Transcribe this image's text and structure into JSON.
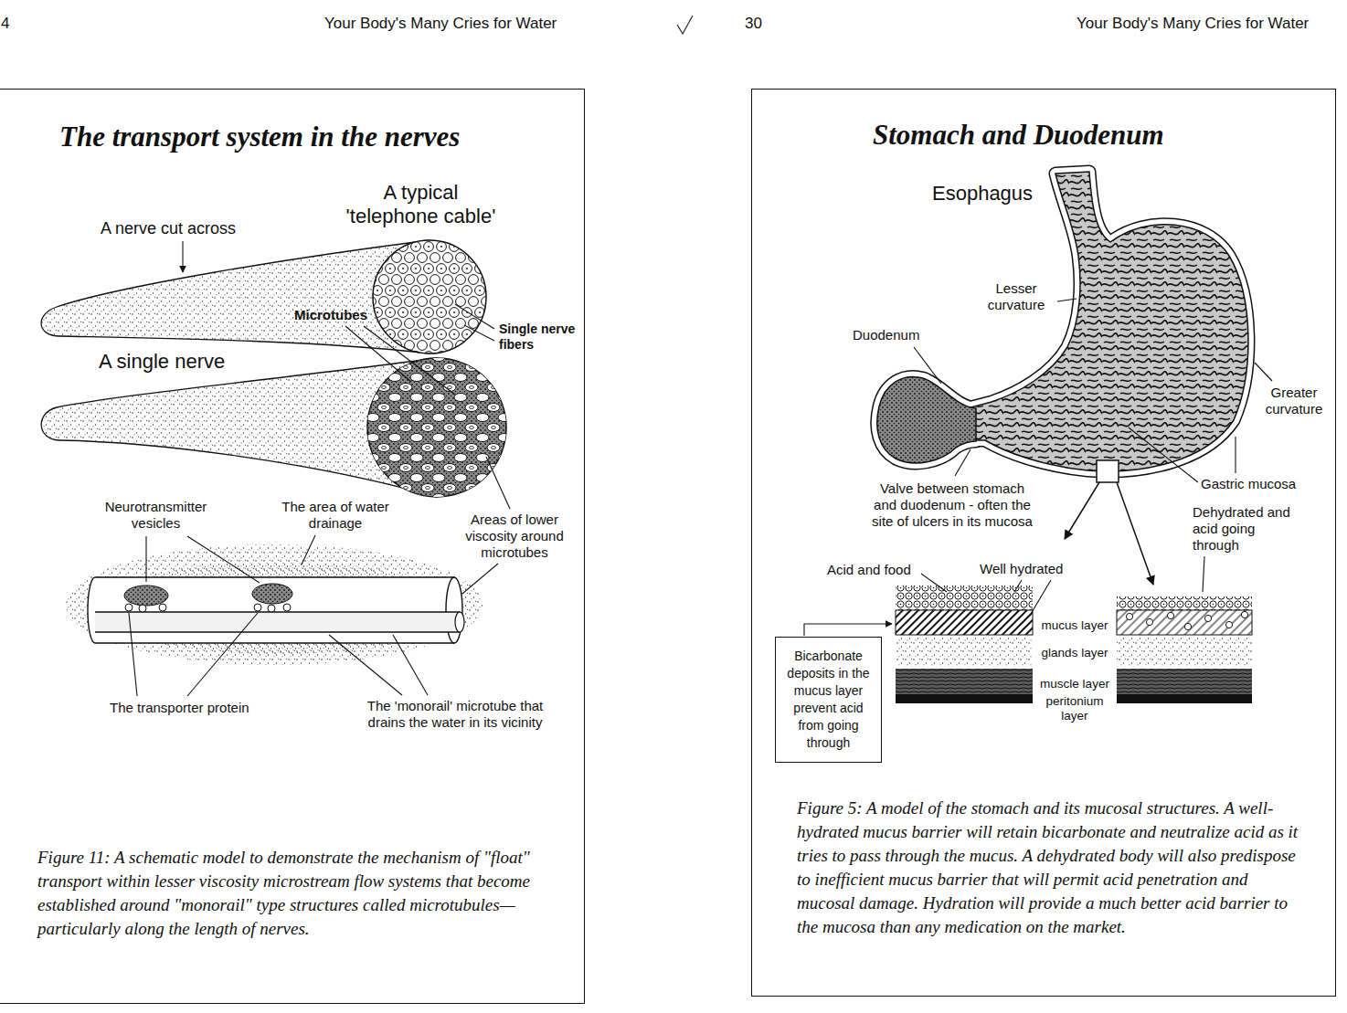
{
  "diagram": {
    "nodes": [
      {
        "text": [
          "The transport system in the nerves",
          "Figure 11: A schematic model to demonstrate the mechanism of \"float\" transport within lesser viscosity microstream flow systems that become established around \"monorail\" type structures called microtubules—particularly along the length of nerves."
        ]
      },
      {
        "text": [
          "Stomach and Duodenum",
          "Figure 5: A model of the stomach and its mucosal structures. A well-hydrated mucus barrier will retain bicarbonate and neutralize acid as it tries to pass through the mucus. A dehydrated body will also predispose to inefficient mucus barrier that will permit acid penetration and mucosal damage. Hydration will provide a much better acid barrier to the mucosa than any medication on the market."
        ]
      },
      {
        "text": [
          "Bicarbonate deposits in the mucus layer prevent acid from going through"
        ],
        "in": 1
      }
    ],
    "labels": [
      "4",
      "Your Body's Many Cries for Water",
      "30",
      "Your Body's Many Cries for Water",
      "A typical 'telephone cable'",
      "A nerve cut across",
      "Single nerve fibers",
      "A single nerve",
      "Microtubes",
      "Neurotransmitter vesicles",
      "The area of water drainage",
      "Areas of lower viscosity around microtubes",
      "The transporter protein",
      "The 'monorail' microtube that drains the water in its vicinity",
      "Esophagus",
      "Lesser curvature",
      "Duodenum",
      "Greater curvature",
      "Valve between stomach and duodenum - often the site of ulcers in its mucosa",
      "Gastric mucosa",
      "Dehydrated and acid going through",
      "Acid and food",
      "Well hydrated",
      "mucus layer",
      "glands layer",
      "muscle layer",
      "peritonium layer"
    ]
  }
}
